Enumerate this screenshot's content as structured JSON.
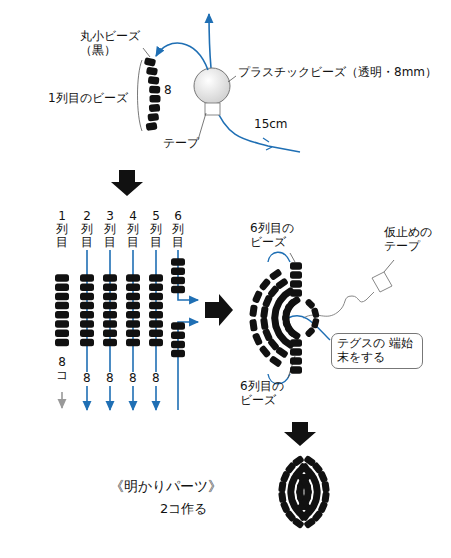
{
  "diagram": {
    "nodes": [
      {
        "text": [
          "テグスの 端始末をする"
        ]
      }
    ],
    "labels": [
      "丸小ビーズ （黒）",
      "8",
      "1列目のビーズ",
      "プラスチックビーズ（透明・8mm）",
      "テープ",
      "15cm",
      "1列目",
      "2列目",
      "3列目",
      "4列目",
      "5列目",
      "6列目",
      "8コ",
      "8",
      "8",
      "8",
      "8",
      "6列目のビーズ",
      "仮止めのテープ",
      "6列目のビーズ",
      "《明かりパーツ》",
      "2コ作る"
    ]
  }
}
